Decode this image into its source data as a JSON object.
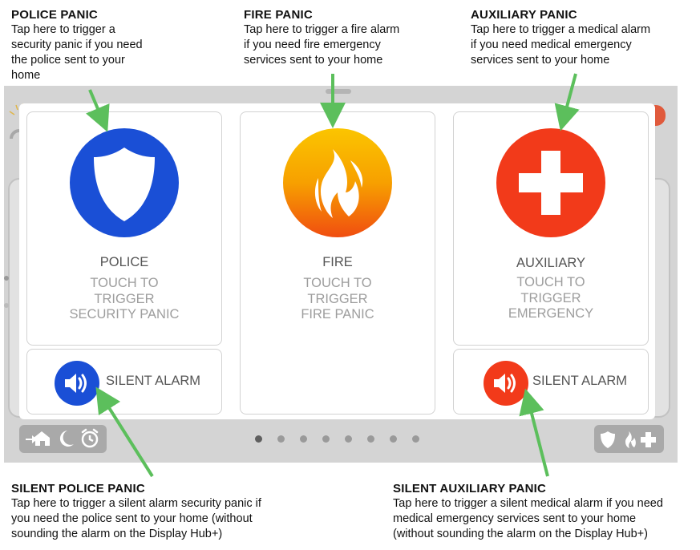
{
  "annotations": {
    "police": {
      "title": "POLICE PANIC",
      "lines": [
        "Tap here to trigger a",
        "security panic if you need",
        "the police sent to your",
        "home"
      ]
    },
    "fire": {
      "title": "FIRE PANIC",
      "lines": [
        "Tap here to trigger a fire alarm",
        "if you need fire emergency",
        "services sent to your home"
      ]
    },
    "auxiliary": {
      "title": "AUXILIARY PANIC",
      "lines": [
        "Tap here to trigger a medical alarm",
        "if you need medical emergency",
        "services sent to your home"
      ]
    },
    "silent_police": {
      "title": "SILENT POLICE PANIC",
      "lines": [
        "Tap here to trigger a silent alarm security panic if",
        "you need the police sent to your home (without",
        "sounding the alarm on the Display Hub+)"
      ]
    },
    "silent_auxiliary": {
      "title": "SILENT AUXILIARY PANIC",
      "lines": [
        "Tap here to trigger a silent medical alarm if you need",
        "medical emergency services sent to your home",
        "(without sounding the alarm on the Display Hub+)"
      ]
    }
  },
  "cards": {
    "police": {
      "title": "POLICE",
      "sub": [
        "TOUCH TO",
        "TRIGGER",
        "SECURITY PANIC"
      ],
      "color": "#1a4fd6",
      "icon": "shield-icon"
    },
    "fire": {
      "title": "FIRE",
      "sub": [
        "TOUCH TO",
        "TRIGGER",
        "FIRE PANIC"
      ],
      "color": "#f5a300",
      "icon": "flame-icon"
    },
    "auxiliary": {
      "title": "AUXILIARY",
      "sub": [
        "TOUCH TO",
        "TRIGGER",
        "EMERGENCY"
      ],
      "color": "#f23a1a",
      "icon": "medical-cross-icon"
    }
  },
  "silent": {
    "police": {
      "label": "SILENT ALARM",
      "color": "#1a4fd6",
      "icon": "speaker-icon"
    },
    "auxiliary": {
      "label": "SILENT ALARM",
      "color": "#f23a1a",
      "icon": "speaker-icon"
    }
  },
  "pager": {
    "count": 8,
    "active": 0
  },
  "colors": {
    "arrow": "#5cbf5c",
    "device_bg": "#d4d4d4",
    "button_gray": "#a9a9a9"
  }
}
